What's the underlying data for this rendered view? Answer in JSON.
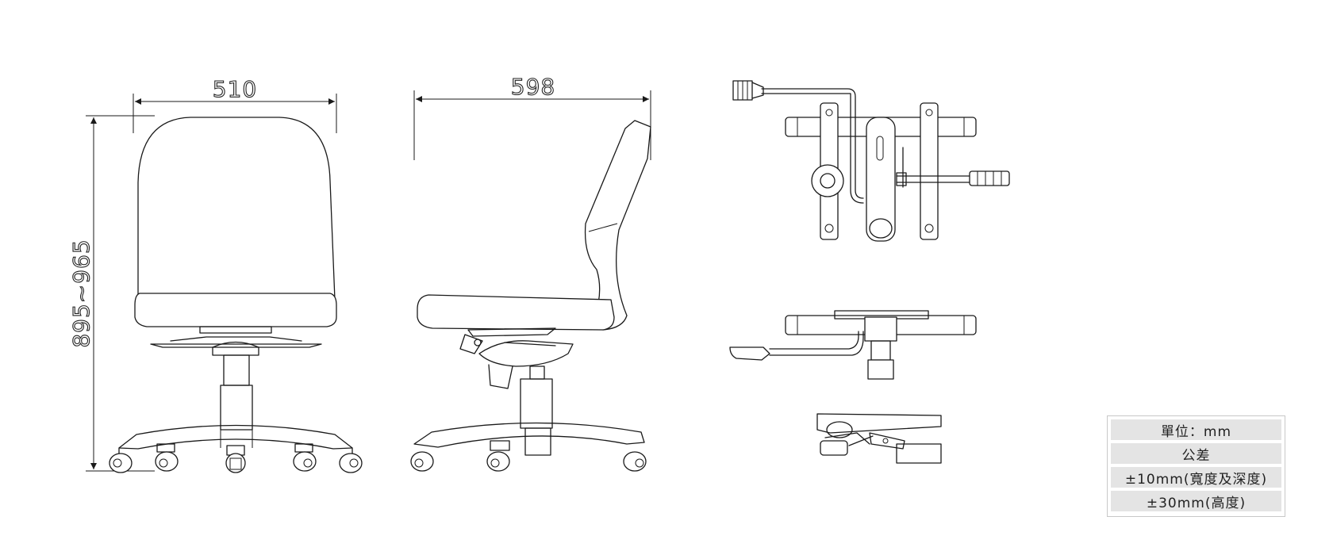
{
  "dimensions": {
    "front_width": "510",
    "side_depth": "598",
    "height_range": "895~965"
  },
  "spec_table": {
    "rows": [
      "單位：mm",
      "公差",
      "±10mm(寬度及深度)",
      "±30mm(高度)"
    ]
  }
}
